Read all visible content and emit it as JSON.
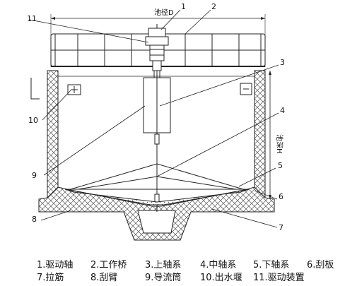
{
  "labels": {
    "n1": "1",
    "n2": "2",
    "n3": "3",
    "n4": "4",
    "n5": "5",
    "n6": "6",
    "n7": "7",
    "n8": "8",
    "n9": "9",
    "n10": "10",
    "n11": "11"
  },
  "dimensions": {
    "diameter": "池径D",
    "depth": "池深H"
  },
  "legend": [
    "1.驱动轴",
    "2.工作桥",
    "3.上轴系",
    "4.中轴系",
    "5.下轴系",
    "6.刮板",
    "7.拉筋",
    "8.刮臂",
    "9.导流筒",
    "10.出水堰",
    "11.驱动装置"
  ]
}
